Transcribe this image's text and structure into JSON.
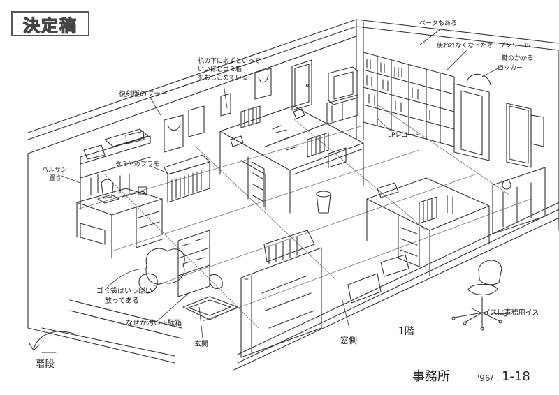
{
  "stamp": "決定稿",
  "annotations": {
    "beta": "ベータもある",
    "open_reel": "使われなくなったオープンリール",
    "locker_1": "鍵のかかる",
    "locker_2": "ロッカー",
    "under_desk_1": "机の下に必ずといって",
    "under_desk_2": "いいほどゴミ箱",
    "under_desk_3": "をおしこめている",
    "fukkoku_plamo": "復刻版のプラモ",
    "lp_record": "LPレコード",
    "balsan_1": "バルサン",
    "balsan_2": "置き",
    "tamiya": "タミヤのプラモ",
    "garbage_1": "ゴミ袋はいっぱい",
    "garbage_2": "放ってある",
    "shoe_box": "なぜか汚い下駄箱",
    "entrance": "玄関",
    "window_side": "窓側",
    "first_floor": "1階",
    "chair_note": "イスは事務用イス",
    "stairs": "階段",
    "office_title": "事務所",
    "date": "'96/",
    "page": "1-18"
  }
}
